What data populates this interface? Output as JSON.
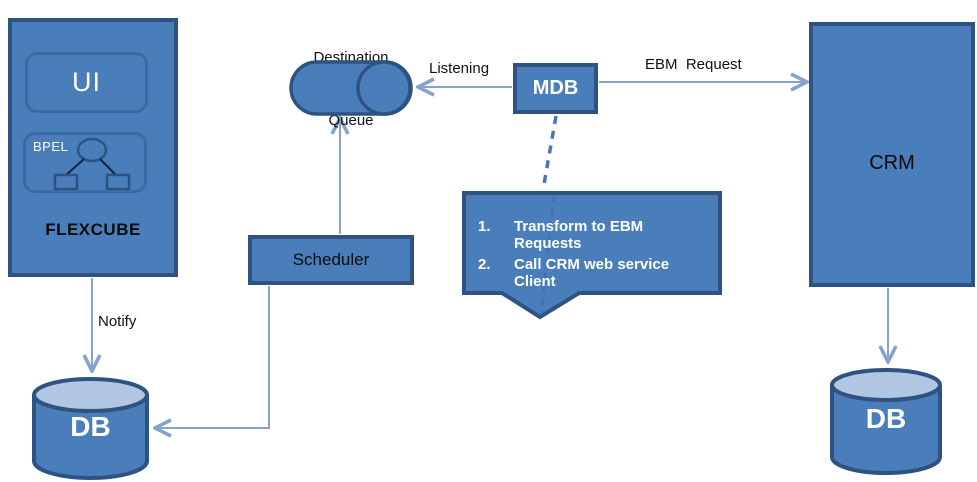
{
  "colors": {
    "box_fill": "#4A7EBA",
    "box_border": "#2E5380",
    "inner_border": "#3A6BA3",
    "arrow": "#85A3CC",
    "dashed_line": "#4876B4",
    "db_top": "#B0C6E2",
    "text_dark": "#111111",
    "text_light": "#FFFFFF"
  },
  "flexcube": {
    "label": "FLEXCUBE",
    "ui_label": "UI",
    "bpel_label": "BPEL"
  },
  "scheduler": {
    "label": "Scheduler"
  },
  "mdb": {
    "label": "MDB"
  },
  "crm": {
    "label": "CRM"
  },
  "queue": {
    "label_line1": "Destination",
    "label_line2": "Queue"
  },
  "db_left": {
    "label": "DB"
  },
  "db_right": {
    "label": "DB"
  },
  "connectors": {
    "notify_label": "Notify",
    "listening_label": "Listening",
    "ebm_request_label": "EBM  Request"
  },
  "callout": {
    "items": [
      {
        "num": "1.",
        "text": "Transform to EBM Requests"
      },
      {
        "num": "2.",
        "text": "Call CRM web service Client"
      }
    ]
  }
}
